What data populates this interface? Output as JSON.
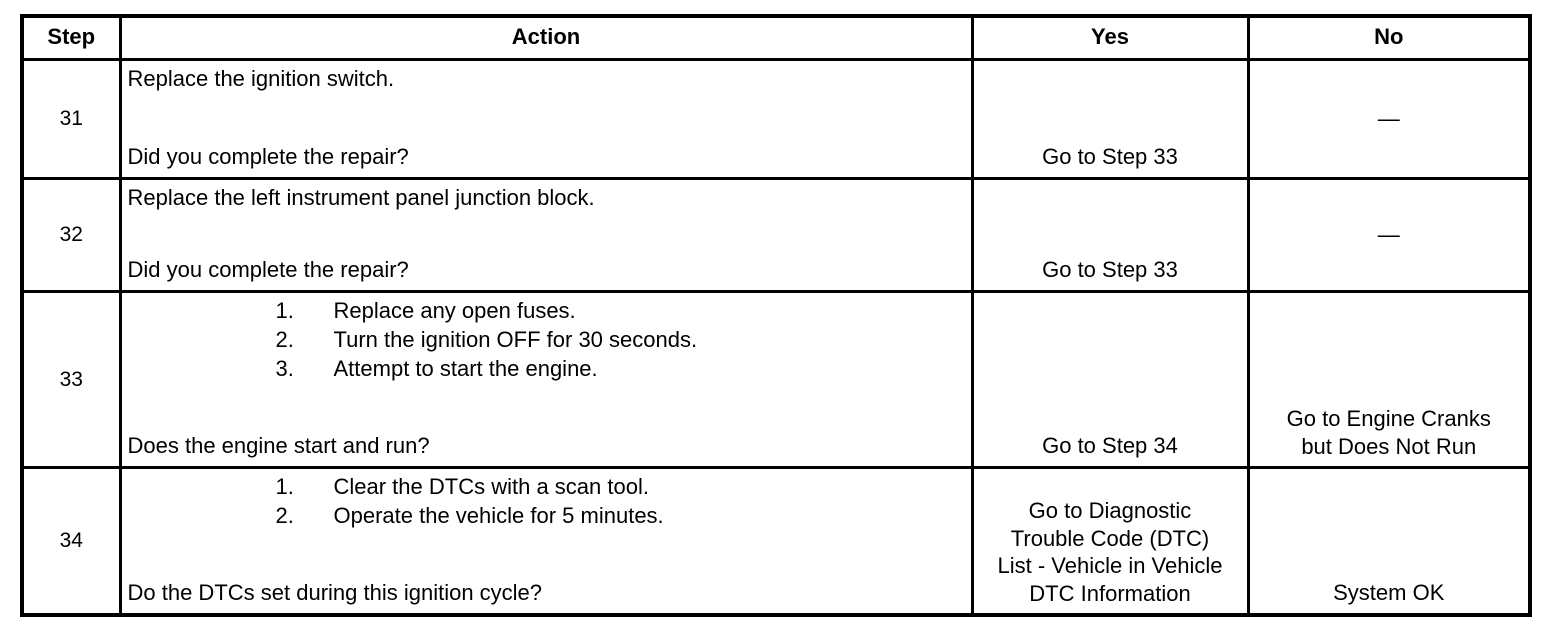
{
  "document": {
    "type": "diagnostic-procedure-table",
    "columns": [
      "Step",
      "Action",
      "Yes",
      "No"
    ]
  },
  "table": {
    "headers": {
      "step": "Step",
      "action": "Action",
      "yes": "Yes",
      "no": "No"
    },
    "rows": [
      {
        "step": "31",
        "action": {
          "lead": "Replace the ignition switch.",
          "steps": [],
          "question": "Did you complete the repair?"
        },
        "yes": "Go to Step 33",
        "no": "—",
        "no_is_dash": true
      },
      {
        "step": "32",
        "action": {
          "lead": "Replace the left instrument panel junction block.",
          "steps": [],
          "question": "Did you complete the repair?"
        },
        "yes": "Go to Step 33",
        "no": "—",
        "no_is_dash": true
      },
      {
        "step": "33",
        "action": {
          "lead": "",
          "steps": [
            {
              "num": "1.",
              "text": "Replace any open fuses."
            },
            {
              "num": "2.",
              "text": "Turn the ignition OFF for 30 seconds."
            },
            {
              "num": "3.",
              "text": "Attempt to start the engine."
            }
          ],
          "question": "Does the engine start and run?"
        },
        "yes": "Go to Step 34",
        "no_lines": [
          "Go to Engine Cranks",
          "but Does Not Run"
        ],
        "no_is_dash": false
      },
      {
        "step": "34",
        "action": {
          "lead": "",
          "steps": [
            {
              "num": "1.",
              "text": "Clear the DTCs with a scan tool."
            },
            {
              "num": "2.",
              "text": "Operate the vehicle for 5 minutes."
            }
          ],
          "question": "Do the DTCs set during this ignition cycle?"
        },
        "yes_lines": [
          "Go to Diagnostic",
          "Trouble Code (DTC)",
          "List - Vehicle in Vehicle",
          "DTC Information"
        ],
        "no": "System OK",
        "no_is_dash": false
      }
    ]
  },
  "colors": {
    "ink": "#000000",
    "paper": "#ffffff"
  }
}
